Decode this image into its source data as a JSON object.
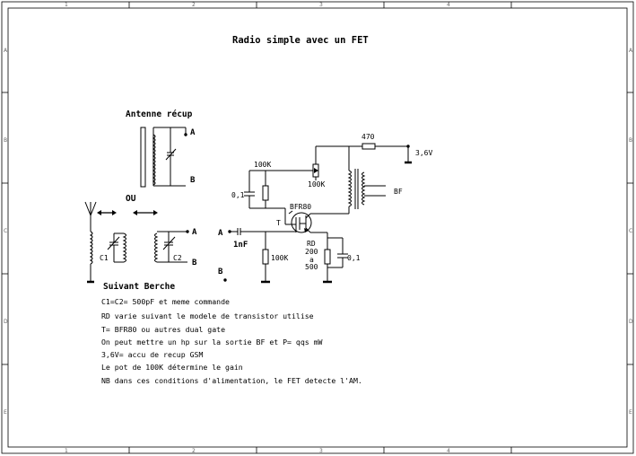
{
  "title": "Radio simple avec un FET",
  "frame": {
    "col_labels": [
      "1",
      "2",
      "3",
      "4"
    ],
    "row_labels": [
      "A",
      "B",
      "C",
      "D",
      "E"
    ]
  },
  "antenna": {
    "heading": "Antenne récup",
    "label_a": "A",
    "label_b": "B",
    "ou": "OU",
    "c1": "C1",
    "c2": "C2",
    "label_a2": "A",
    "label_b2": "B",
    "berche": "Suivant Berche"
  },
  "circuit": {
    "r470": "470",
    "supply": "3,6V",
    "r100k_top": "100K",
    "pot": "100K",
    "cap01_left": "0,1",
    "bf": "BF",
    "transistor_name": "BFR80",
    "transistor_t": "T",
    "input_a": "A",
    "cap_1nf": "1nF",
    "input_b": "B",
    "r100k_bottom": "100K",
    "rd_1": "RD",
    "rd_2": "200",
    "rd_3": "a",
    "rd_4": "500",
    "cap01_right": "0,1"
  },
  "notes": [
    "C1=C2= 500pF et meme commande",
    "RD varie suivant le modele de transistor utilise",
    "T= BFR80 ou autres dual gate",
    "On peut mettre un hp sur la sortie BF et P= qqs mW",
    "3,6V= accu de recup GSM",
    "Le pot de 100K détermine le gain",
    "NB dans ces conditions d'alimentation, le FET detecte l'AM."
  ]
}
